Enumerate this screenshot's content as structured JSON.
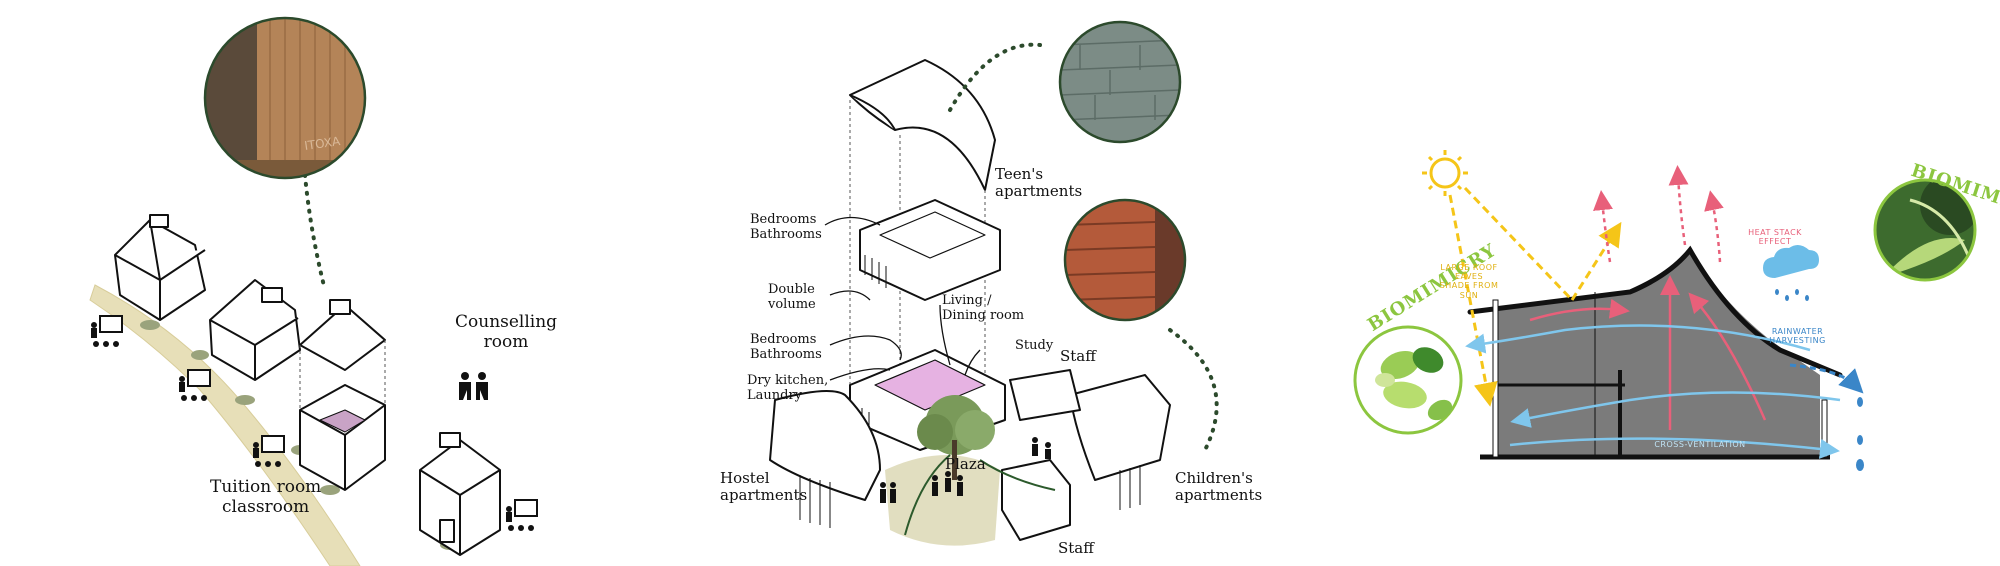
{
  "left_panel": {
    "counselling": "Counselling\nroom",
    "tuition": "Tuition room\nclassroom",
    "inscription": "ITOXA"
  },
  "middle_panel": {
    "teens": "Teen's\napartments",
    "bedrooms_upper": "Bedrooms\nBathrooms",
    "double_volume": "Double\nvolume",
    "living": "Living /\nDining room",
    "study": "Study",
    "bedrooms_lower": "Bedrooms\nBathrooms",
    "dry_kitchen": "Dry kitchen,\nLaundry",
    "staff_top": "Staff",
    "hostel": "Hostel\napartments",
    "plaza": "Plaza",
    "childrens": "Children's\napartments",
    "staff_bottom": "Staff"
  },
  "right_panel": {
    "biomimicry_top": "BIOMIMICRY",
    "biomimicry_left": "BIOMIMICRY",
    "roof_eaves": "LARGE ROOF EAVES\nSHADE FROM SUN",
    "heat_stack": "HEAT STACK\nEFFECT",
    "rainwater": "RAINWATER\nHARVESTING",
    "cross_vent": "CROSS-VENTILATION"
  },
  "colors": {
    "sun": "#f5c518",
    "heat": "#e8607a",
    "air": "#7fc6ec",
    "rain": "#3a86c8",
    "biomimicry": "#8cc63f",
    "building": "#7b7b7b",
    "path": "#e7dfb8"
  }
}
